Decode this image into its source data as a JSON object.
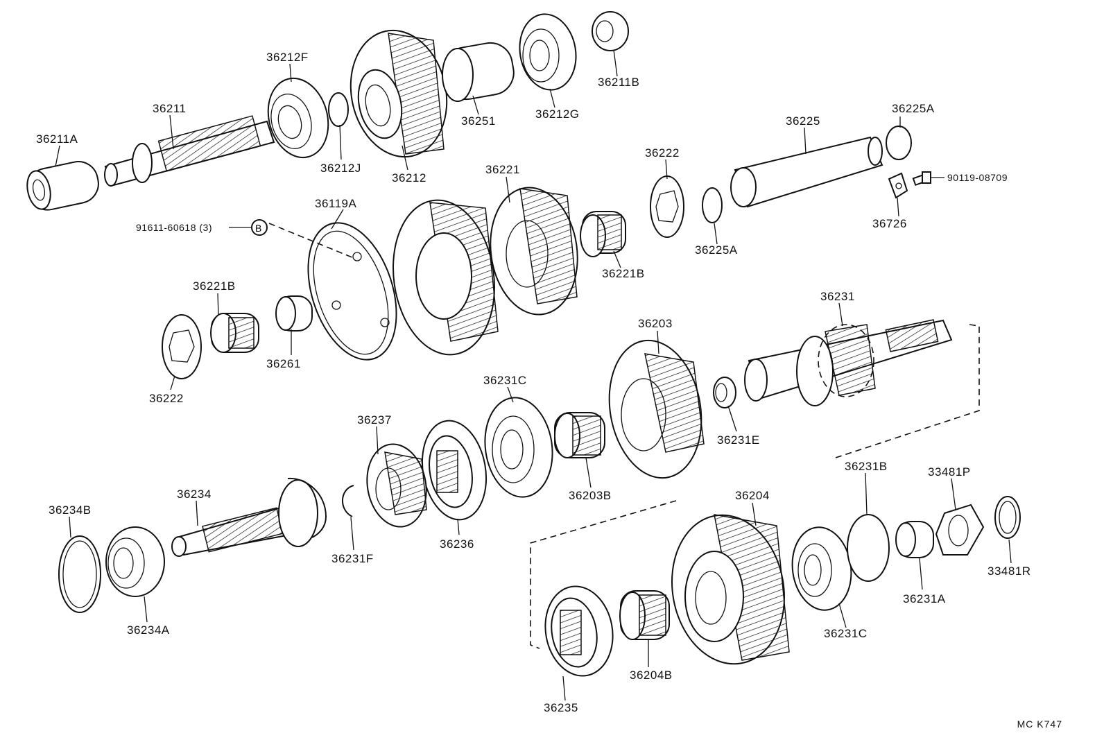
{
  "title": "",
  "parts": [
    {
      "id": "36211A",
      "label": "36211A"
    },
    {
      "id": "36211",
      "label": "36211"
    },
    {
      "id": "36212F",
      "label": "36212F"
    },
    {
      "id": "36212J",
      "label": "36212J"
    },
    {
      "id": "36212",
      "label": "36212"
    },
    {
      "id": "36251",
      "label": "36251"
    },
    {
      "id": "36212G",
      "label": "36212G"
    },
    {
      "id": "36211B",
      "label": "36211B"
    },
    {
      "id": "36225A-top",
      "label": "36225A"
    },
    {
      "id": "36225",
      "label": "36225"
    },
    {
      "id": "90119-08709",
      "label": "90119-08709"
    },
    {
      "id": "36726",
      "label": "36726"
    },
    {
      "id": "36222-top",
      "label": "36222"
    },
    {
      "id": "36225A-bottom",
      "label": "36225A"
    },
    {
      "id": "36221",
      "label": "36221"
    },
    {
      "id": "36221B-right",
      "label": "36221B"
    },
    {
      "id": "36119A",
      "label": "36119A"
    },
    {
      "id": "91611-60618",
      "label": "91611-60618 (3)"
    },
    {
      "id": "36221B-left",
      "label": "36221B"
    },
    {
      "id": "36261",
      "label": "36261"
    },
    {
      "id": "36222-left",
      "label": "36222"
    },
    {
      "id": "36231",
      "label": "36231"
    },
    {
      "id": "36203",
      "label": "36203"
    },
    {
      "id": "36231E",
      "label": "36231E"
    },
    {
      "id": "36231C-top",
      "label": "36231C"
    },
    {
      "id": "36203B",
      "label": "36203B"
    },
    {
      "id": "36237",
      "label": "36237"
    },
    {
      "id": "36236",
      "label": "36236"
    },
    {
      "id": "36231F",
      "label": "36231F"
    },
    {
      "id": "36234",
      "label": "36234"
    },
    {
      "id": "36234B",
      "label": "36234B"
    },
    {
      "id": "36234A",
      "label": "36234A"
    },
    {
      "id": "36204",
      "label": "36204"
    },
    {
      "id": "36231B",
      "label": "36231B"
    },
    {
      "id": "33481P",
      "label": "33481P"
    },
    {
      "id": "33481R",
      "label": "33481R"
    },
    {
      "id": "36231A",
      "label": "36231A"
    },
    {
      "id": "36231C-bottom",
      "label": "36231C"
    },
    {
      "id": "36204B",
      "label": "36204B"
    },
    {
      "id": "36235",
      "label": "36235"
    }
  ],
  "callout_marker": "B",
  "corner_code": "MC  K747"
}
